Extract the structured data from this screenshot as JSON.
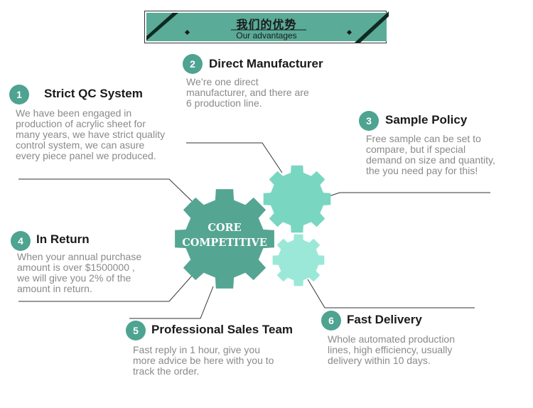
{
  "banner": {
    "title_cn": "我们的优势",
    "title_en": "Our advantages",
    "colors": {
      "fill": "#5aab98",
      "stripe": "#0f2a22"
    }
  },
  "center": {
    "line1": "CORE",
    "line2": "COMPETITIVE",
    "colors": {
      "main_gear": "#55a593",
      "upper_gear": "#79d6c1",
      "lower_gear": "#9be8d8"
    }
  },
  "items": [
    {
      "number": "1",
      "title": "Strict QC System",
      "description": [
        "We have been engaged in",
        "production of acrylic sheet for",
        "many years, we have strict quality",
        "control system, we can asure",
        "every piece panel we produced."
      ]
    },
    {
      "number": "2",
      "title": "Direct Manufacturer",
      "description": [
        "We’re one direct",
        "manufacturer, and there are",
        "6 production line."
      ]
    },
    {
      "number": "3",
      "title": "Sample Policy",
      "description": [
        "Free sample can be set to",
        "compare, but if special",
        "demand on size and quantity,",
        "the you need pay for this!"
      ]
    },
    {
      "number": "4",
      "title": "In Return",
      "description": [
        "When your annual purchase",
        "amount is over $1500000 ,",
        " we will give you 2% of the",
        "amount in return."
      ]
    },
    {
      "number": "5",
      "title": "Professional Sales Team",
      "description": [
        "Fast reply in 1 hour, give you",
        "more advice be here with you to",
        "track the order."
      ]
    },
    {
      "number": "6",
      "title": "Fast Delivery",
      "description": [
        "Whole automated production",
        "lines, high efficiency, usually",
        "delivery within 10 days."
      ]
    }
  ],
  "accent_color": "#4ea391"
}
